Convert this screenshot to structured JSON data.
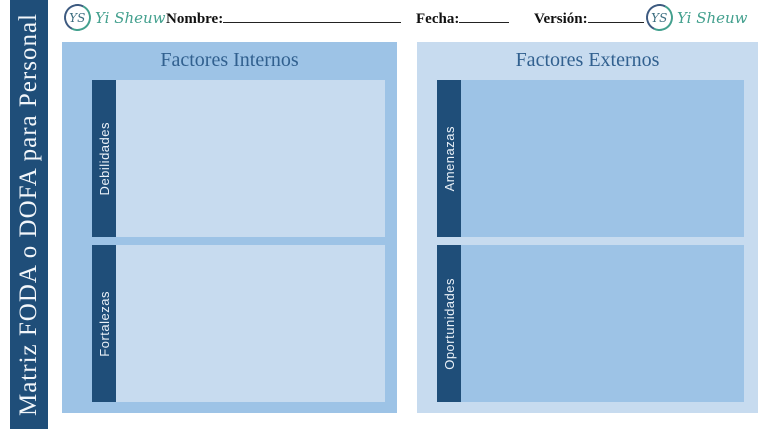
{
  "sidebar": {
    "title": "Matriz FODA o DOFA para Personal"
  },
  "header": {
    "brand_initials": "YS",
    "brand_script": "Yi Sheuw",
    "nombre_label": "Nombre:",
    "fecha_label": "Fecha:",
    "version_label": "Versión:",
    "nombre_value": "",
    "fecha_value": "",
    "version_value": ""
  },
  "panels": {
    "internos": {
      "title": "Factores Internos",
      "sections": [
        {
          "label": "Debilidades"
        },
        {
          "label": "Fortalezas"
        }
      ]
    },
    "externos": {
      "title": "Factores Externos",
      "sections": [
        {
          "label": "Amenazas"
        },
        {
          "label": "Oportunidades"
        }
      ]
    }
  },
  "colors": {
    "dark_blue": "#1F4E79",
    "medium_blue": "#9DC3E6",
    "light_blue": "#C7DBEF",
    "title_blue": "#31608F",
    "brand_teal": "#43A08E"
  }
}
